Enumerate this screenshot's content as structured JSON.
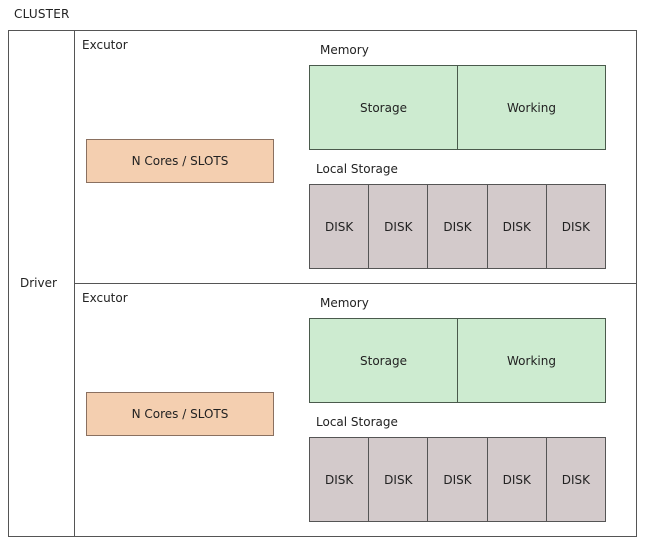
{
  "cluster": {
    "label": "CLUSTER"
  },
  "driver": {
    "label": "Driver"
  },
  "executors": [
    {
      "label": "Excutor",
      "cores_label": "N Cores / SLOTS",
      "memory": {
        "label": "Memory",
        "cells": [
          "Storage",
          "Working"
        ]
      },
      "local_storage": {
        "label": "Local Storage",
        "disks": [
          "DISK",
          "DISK",
          "DISK",
          "DISK",
          "DISK"
        ]
      }
    },
    {
      "label": "Excutor",
      "cores_label": "N Cores / SLOTS",
      "memory": {
        "label": "Memory",
        "cells": [
          "Storage",
          "Working"
        ]
      },
      "local_storage": {
        "label": "Local Storage",
        "disks": [
          "DISK",
          "DISK",
          "DISK",
          "DISK",
          "DISK"
        ]
      }
    }
  ]
}
